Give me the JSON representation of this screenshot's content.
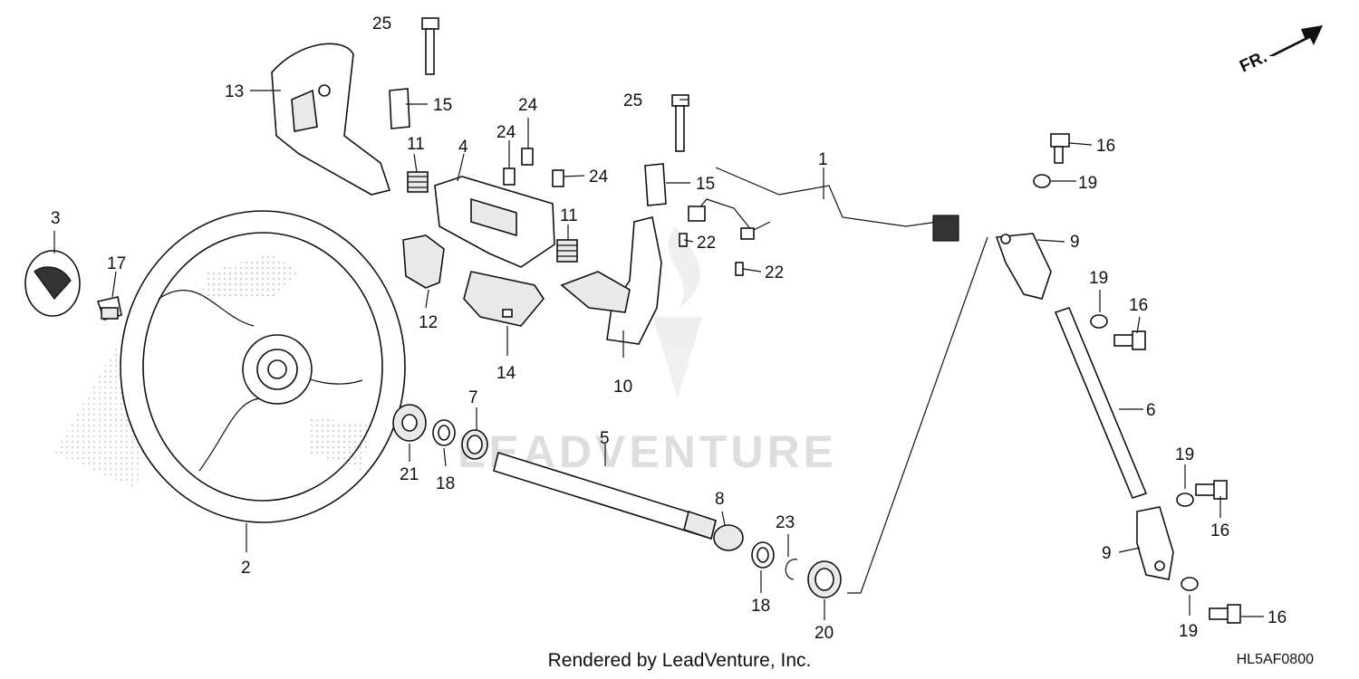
{
  "diagram": {
    "watermark": "LEADVENTURE",
    "direction_label": "FR.",
    "credit": "Rendered by LeadVenture, Inc.",
    "code": "HL5AF0800",
    "callouts": [
      {
        "id": "c1",
        "label": "1"
      },
      {
        "id": "c2",
        "label": "2"
      },
      {
        "id": "c3",
        "label": "3"
      },
      {
        "id": "c4",
        "label": "4"
      },
      {
        "id": "c5",
        "label": "5"
      },
      {
        "id": "c6",
        "label": "6"
      },
      {
        "id": "c7",
        "label": "7"
      },
      {
        "id": "c8",
        "label": "8"
      },
      {
        "id": "c9a",
        "label": "9"
      },
      {
        "id": "c9b",
        "label": "9"
      },
      {
        "id": "c10",
        "label": "10"
      },
      {
        "id": "c11a",
        "label": "11"
      },
      {
        "id": "c11b",
        "label": "11"
      },
      {
        "id": "c12",
        "label": "12"
      },
      {
        "id": "c13",
        "label": "13"
      },
      {
        "id": "c14",
        "label": "14"
      },
      {
        "id": "c15a",
        "label": "15"
      },
      {
        "id": "c15b",
        "label": "15"
      },
      {
        "id": "c16a",
        "label": "16"
      },
      {
        "id": "c16b",
        "label": "16"
      },
      {
        "id": "c16c",
        "label": "16"
      },
      {
        "id": "c16d",
        "label": "16"
      },
      {
        "id": "c17",
        "label": "17"
      },
      {
        "id": "c18a",
        "label": "18"
      },
      {
        "id": "c18b",
        "label": "18"
      },
      {
        "id": "c19a",
        "label": "19"
      },
      {
        "id": "c19b",
        "label": "19"
      },
      {
        "id": "c19c",
        "label": "19"
      },
      {
        "id": "c19d",
        "label": "19"
      },
      {
        "id": "c20",
        "label": "20"
      },
      {
        "id": "c21",
        "label": "21"
      },
      {
        "id": "c22a",
        "label": "22"
      },
      {
        "id": "c22b",
        "label": "22"
      },
      {
        "id": "c23",
        "label": "23"
      },
      {
        "id": "c24a",
        "label": "24"
      },
      {
        "id": "c24b",
        "label": "24"
      },
      {
        "id": "c24c",
        "label": "24"
      },
      {
        "id": "c25a",
        "label": "25"
      },
      {
        "id": "c25b",
        "label": "25"
      }
    ]
  }
}
